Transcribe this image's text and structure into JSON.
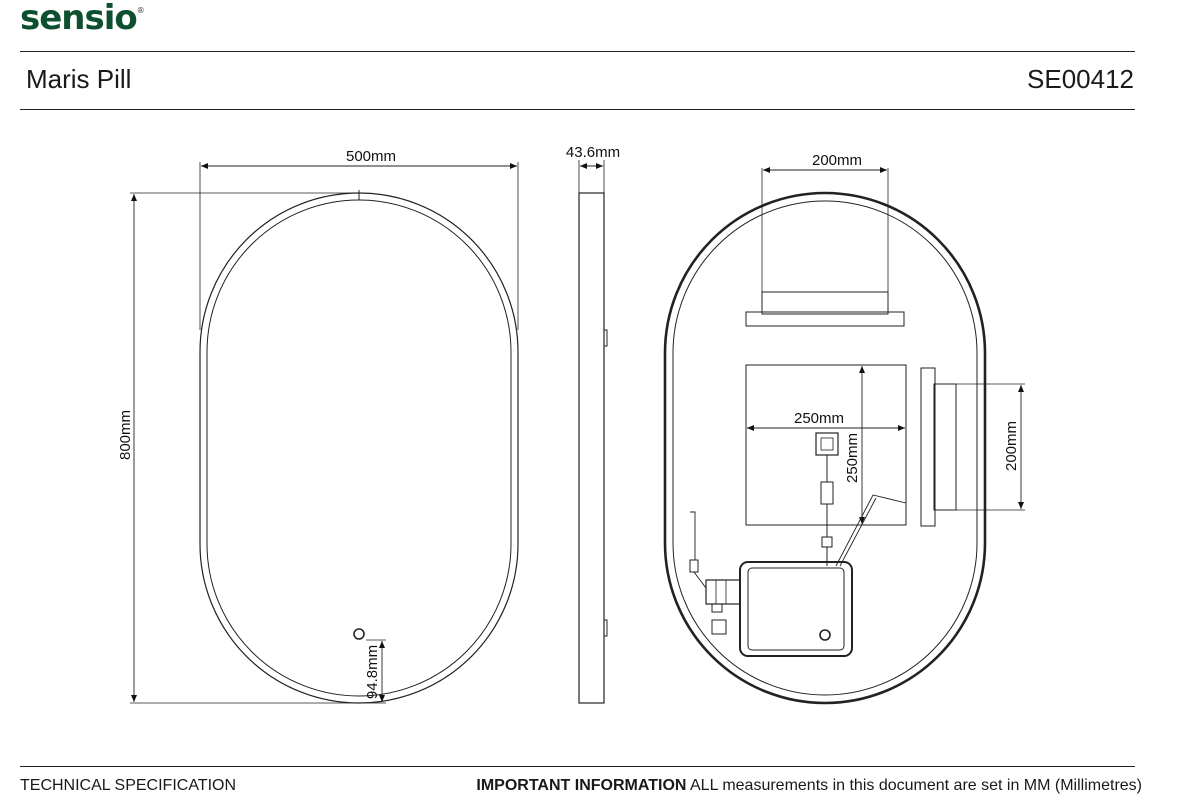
{
  "brand": {
    "logo_text": "sensio",
    "registered": "®"
  },
  "header": {
    "product_name": "Maris Pill",
    "product_code": "SE00412"
  },
  "front_view": {
    "width_label": "500mm",
    "height_label": "800mm",
    "sensor_offset_label": "94.8mm"
  },
  "side_view": {
    "depth_label": "43.6mm"
  },
  "back_view": {
    "bracket_top_label": "200mm",
    "box_width_label": "250mm",
    "box_height_label": "250mm",
    "bracket_side_label": "200mm"
  },
  "footer": {
    "left_label": "TECHNICAL SPECIFICATION",
    "important_label": "IMPORTANT INFORMATION",
    "important_text": " ALL measurements in this document are set in MM (Millimetres)"
  }
}
